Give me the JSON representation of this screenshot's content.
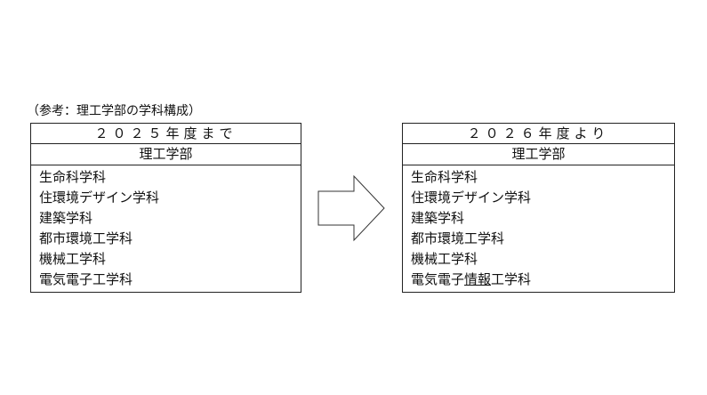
{
  "caption": "（参考：理工学部の学科構成）",
  "before": {
    "year": "２０２５年度まで",
    "faculty": "理工学部",
    "items": [
      "生命科学科",
      "住環境デザイン学科",
      "建築学科",
      "都市環境工学科",
      "機械工学科",
      "電気電子工学科"
    ]
  },
  "after": {
    "year": "２０２６年度より",
    "faculty": "理工学部",
    "items": [
      "生命科学科",
      "住環境デザイン学科",
      "建築学科",
      "都市環境工学科",
      "機械工学科"
    ],
    "last_item": {
      "prefix": "電気電子",
      "underlined": "情報",
      "suffix": "工学科"
    }
  }
}
